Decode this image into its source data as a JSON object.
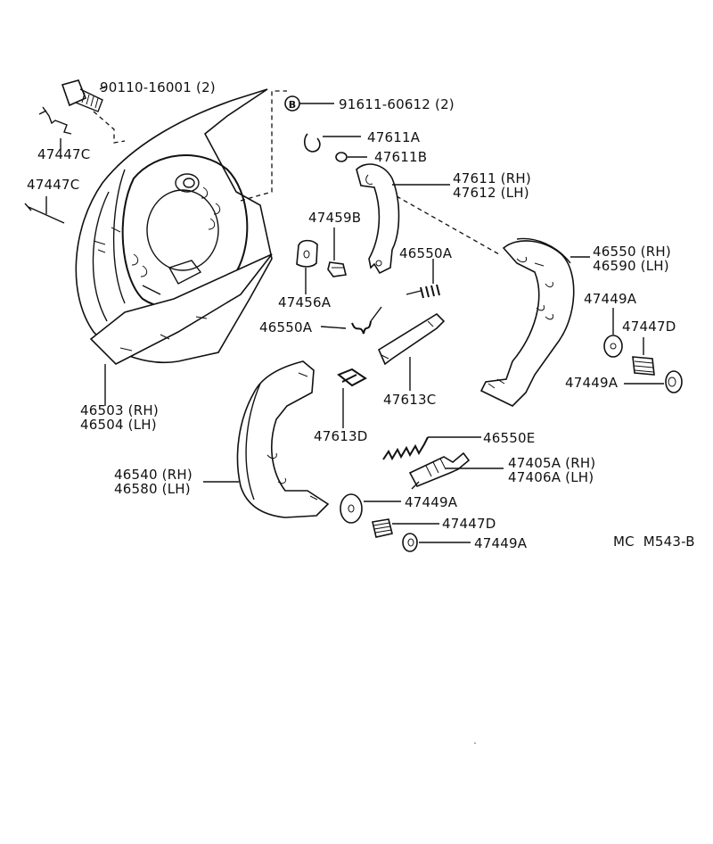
{
  "diagram_code": "MC  M543-B",
  "marker_letter": "B",
  "labels": {
    "bolt": "90110-16001 (2)",
    "marked_bolt": "91611-60612 (2)",
    "clip_c_top": "47447C",
    "clip_c_left": "47447C",
    "plate_a": "47611A",
    "washer_b": "47611B",
    "lever_rh": "47611 (RH)",
    "lever_lh": "47612 (LH)",
    "plug_b": "47459B",
    "plate_456a": "47456A",
    "spring_a_upper": "46550A",
    "spring_a_lower": "46550A",
    "shoe_upper_rh": "46550 (RH)",
    "shoe_upper_lh": "46590 (LH)",
    "cup_upper": "47449A",
    "spring_d_right": "47447D",
    "cup_right": "47449A",
    "strut": "47613C",
    "spring_clip": "47613D",
    "spring_e": "46550E",
    "adjuster_rh": "47405A (RH)",
    "adjuster_lh": "47406A (LH)",
    "cup_mid": "47449A",
    "spring_d_bottom": "47447D",
    "cup_bottom": "47449A",
    "plate_rh": "46503 (RH)",
    "plate_lh": "46504 (LH)",
    "shoe_lower_rh": "46540 (RH)",
    "shoe_lower_lh": "46580 (LH)"
  }
}
